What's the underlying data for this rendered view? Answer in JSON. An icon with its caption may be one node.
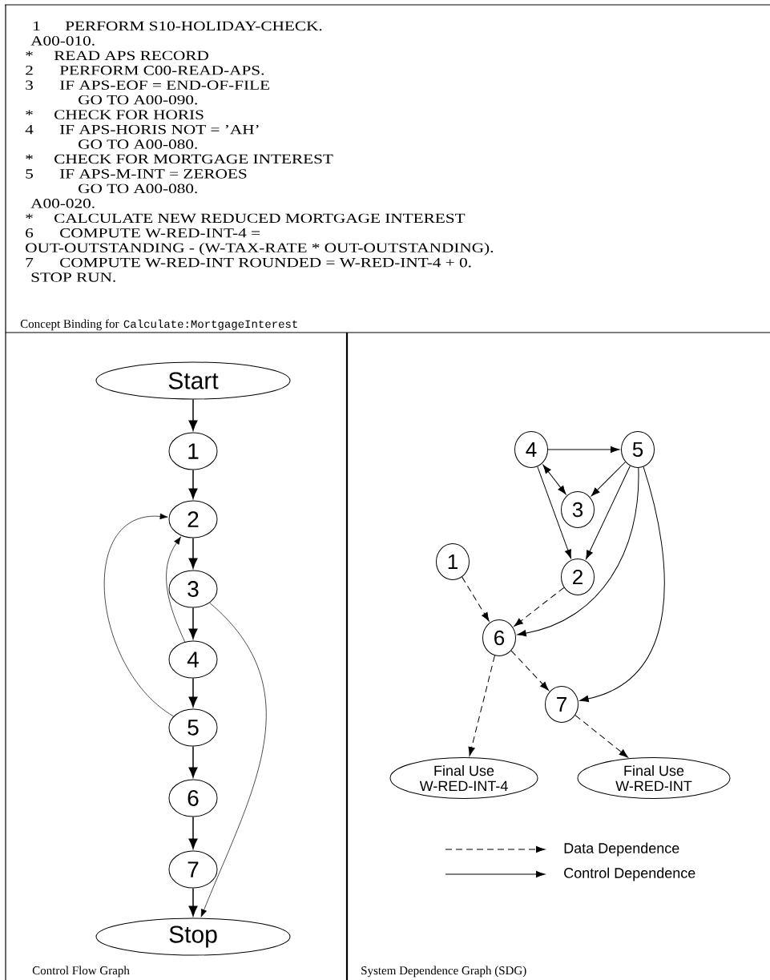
{
  "diagram": {
    "nodes": [
      {
        "text": [
          "Start"
        ]
      },
      {
        "text": [
          "1"
        ]
      },
      {
        "text": [
          "2"
        ]
      },
      {
        "text": [
          "3"
        ]
      },
      {
        "text": [
          "4"
        ]
      },
      {
        "text": [
          "5"
        ]
      },
      {
        "text": [
          "6"
        ]
      },
      {
        "text": [
          "7"
        ]
      },
      {
        "text": [
          "Stop"
        ]
      },
      {
        "text": [
          "4"
        ]
      },
      {
        "text": [
          "5"
        ]
      },
      {
        "text": [
          "3"
        ]
      },
      {
        "text": [
          "1"
        ]
      },
      {
        "text": [
          "2"
        ]
      },
      {
        "text": [
          "6"
        ]
      },
      {
        "text": [
          "7"
        ]
      },
      {
        "text": [
          "Final Use",
          "W-RED-INT-4"
        ]
      },
      {
        "text": [
          "Final Use",
          "W-RED-INT"
        ]
      }
    ],
    "edges": [
      {
        "from": 0,
        "to": 1,
        "arrow": "to"
      },
      {
        "from": 1,
        "to": 2,
        "arrow": "to"
      },
      {
        "from": 2,
        "to": 3,
        "arrow": "to"
      },
      {
        "from": 3,
        "to": 4,
        "arrow": "to"
      },
      {
        "from": 4,
        "to": 5,
        "arrow": "to"
      },
      {
        "from": 5,
        "to": 6,
        "arrow": "to"
      },
      {
        "from": 6,
        "to": 7,
        "arrow": "to"
      },
      {
        "from": 7,
        "to": 8,
        "arrow": "to"
      },
      {
        "from": 4,
        "to": 2,
        "arrow": "to"
      },
      {
        "from": 5,
        "to": 2,
        "arrow": "to"
      },
      {
        "from": 3,
        "to": 8,
        "arrow": "to"
      },
      {
        "from": 9,
        "to": 10,
        "arrow": "to"
      },
      {
        "from": 9,
        "to": 11,
        "arrow": "both"
      },
      {
        "from": 10,
        "to": 11,
        "arrow": "to"
      },
      {
        "from": 9,
        "to": 13,
        "arrow": "to"
      },
      {
        "from": 10,
        "to": 13,
        "arrow": "to"
      },
      {
        "from": 10,
        "to": 14,
        "arrow": "to"
      },
      {
        "from": 10,
        "to": 15,
        "arrow": "to"
      },
      {
        "from": 12,
        "to": 14,
        "arrow": "to",
        "style": "dashed"
      },
      {
        "from": 13,
        "to": 14,
        "arrow": "to",
        "style": "dashed"
      },
      {
        "from": 14,
        "to": 15,
        "arrow": "to",
        "style": "dashed"
      },
      {
        "from": 14,
        "to": 16,
        "arrow": "to",
        "style": "dashed"
      },
      {
        "from": 15,
        "to": 17,
        "arrow": "to",
        "style": "dashed"
      }
    ],
    "labels": [
      "1",
      "PERFORM S10-HOLIDAY-CHECK.",
      "A00-010.",
      "*",
      "READ APS RECORD",
      "2",
      "PERFORM C00-READ-APS.",
      "3",
      "IF APS-EOF = END-OF-FILE",
      "GO TO A00-090.",
      "*",
      "CHECK FOR HORIS",
      "4",
      "IF APS-HORIS NOT = ’AH’",
      "GO TO A00-080.",
      "*",
      "CHECK FOR MORTGAGE INTEREST",
      "5",
      "IF APS-M-INT = ZEROES",
      "GO TO A00-080.",
      "A00-020.",
      "*",
      "CALCULATE NEW REDUCED MORTGAGE INTEREST",
      "6",
      "COMPUTE W-RED-INT-4 =",
      "OUT-OUTSTANDING - (W-TAX-RATE * OUT-OUTSTANDING).",
      "7",
      "COMPUTE W-RED-INT ROUNDED = W-RED-INT-4 + 0.",
      "STOP RUN.",
      "Concept Binding for",
      "Calculate:MortgageInterest",
      "Control Flow Graph",
      "System Dependence Graph (SDG)"
    ],
    "legend": [
      {
        "text": "Data Dependence"
      },
      {
        "text": "Control Dependence"
      }
    ]
  }
}
